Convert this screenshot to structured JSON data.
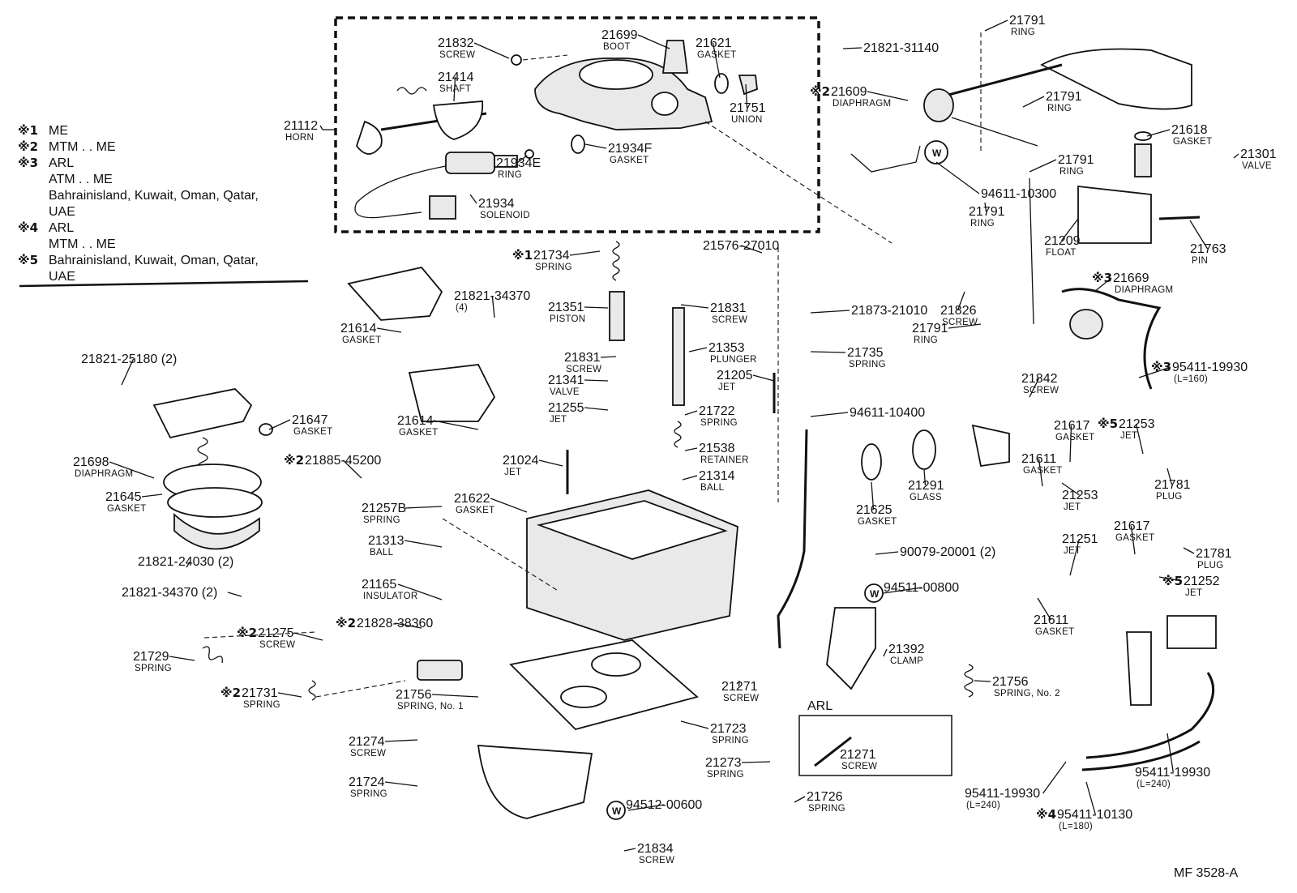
{
  "legend": [
    {
      "mark": "※1",
      "text": "ME"
    },
    {
      "mark": "※2",
      "text": "MTM . . ME"
    },
    {
      "mark": "※3",
      "text": "ARL"
    },
    {
      "mark": "",
      "text": "ATM . . ME"
    },
    {
      "mark": "",
      "text": "Bahrainisland, Kuwait, Oman, Qatar,"
    },
    {
      "mark": "",
      "text": "UAE"
    },
    {
      "mark": "※4",
      "text": "ARL"
    },
    {
      "mark": "",
      "text": "MTM . . ME"
    },
    {
      "mark": "※5",
      "text": "Bahrainisland, Kuwait, Oman, Qatar,"
    },
    {
      "mark": "",
      "text": "UAE"
    }
  ],
  "parts": [
    {
      "num": "21832",
      "name": "SCREW"
    },
    {
      "num": "21414",
      "name": "SHAFT"
    },
    {
      "num": "21699",
      "name": "BOOT"
    },
    {
      "num": "21621",
      "name": "GASKET"
    },
    {
      "num": "21751",
      "name": "UNION"
    },
    {
      "num": "21112",
      "name": "HORN"
    },
    {
      "num": "21934F",
      "name": "GASKET"
    },
    {
      "num": "21934E",
      "name": "RING"
    },
    {
      "num": "21934",
      "name": "SOLENOID"
    },
    {
      "num": "21821-31140",
      "name": ""
    },
    {
      "num": "21609",
      "name": "DIAPHRAGM",
      "mark": "※2"
    },
    {
      "num": "21791",
      "name": "RING"
    },
    {
      "num": "21791",
      "name": "RING"
    },
    {
      "num": "21791",
      "name": "RING"
    },
    {
      "num": "21791",
      "name": "RING"
    },
    {
      "num": "94611-10300",
      "name": ""
    },
    {
      "num": "21618",
      "name": "GASKET"
    },
    {
      "num": "21301",
      "name": "VALVE"
    },
    {
      "num": "21209",
      "name": "FLOAT"
    },
    {
      "num": "21763",
      "name": "PIN"
    },
    {
      "num": "21734",
      "name": "SPRING",
      "mark": "※1"
    },
    {
      "num": "21576-27010",
      "name": ""
    },
    {
      "num": "21821-34370",
      "name": "(4)"
    },
    {
      "num": "21351",
      "name": "PISTON"
    },
    {
      "num": "21831",
      "name": "SCREW"
    },
    {
      "num": "21826",
      "name": "SCREW"
    },
    {
      "num": "21669",
      "name": "DIAPHRAGM",
      "mark": "※3"
    },
    {
      "num": "21614",
      "name": "GASKET"
    },
    {
      "num": "21873-21010",
      "name": ""
    },
    {
      "num": "21831",
      "name": "SCREW"
    },
    {
      "num": "21353",
      "name": "PLUNGER"
    },
    {
      "num": "21791",
      "name": "RING"
    },
    {
      "num": "21735",
      "name": "SPRING"
    },
    {
      "num": "21842",
      "name": "SCREW"
    },
    {
      "num": "95411-19930",
      "name": "(L=160)",
      "mark": "※3"
    },
    {
      "num": "21821-25180 (2)",
      "name": ""
    },
    {
      "num": "21341",
      "name": "VALVE"
    },
    {
      "num": "21205",
      "name": "JET"
    },
    {
      "num": "21647",
      "name": "GASKET"
    },
    {
      "num": "21255",
      "name": "JET"
    },
    {
      "num": "21722",
      "name": "SPRING"
    },
    {
      "num": "94611-10400",
      "name": ""
    },
    {
      "num": "21617",
      "name": "GASKET"
    },
    {
      "num": "21253",
      "name": "JET",
      "mark": "※5"
    },
    {
      "num": "21614",
      "name": "GASKET"
    },
    {
      "num": "21538",
      "name": "RETAINER"
    },
    {
      "num": "21698",
      "name": "DIAPHRAGM"
    },
    {
      "num": "21024",
      "name": "JET"
    },
    {
      "num": "21314",
      "name": "BALL"
    },
    {
      "num": "21611",
      "name": "GASKET"
    },
    {
      "num": "21781",
      "name": "PLUG"
    },
    {
      "num": "21885-45200",
      "name": "",
      "mark": "※2"
    },
    {
      "num": "21625",
      "name": "GASKET"
    },
    {
      "num": "21291",
      "name": "GLASS"
    },
    {
      "num": "21253",
      "name": "JET"
    },
    {
      "num": "21645",
      "name": "GASKET"
    },
    {
      "num": "21257B",
      "name": "SPRING"
    },
    {
      "num": "21622",
      "name": "GASKET"
    },
    {
      "num": "21617",
      "name": "GASKET"
    },
    {
      "num": "21313",
      "name": "BALL"
    },
    {
      "num": "90079-20001 (2)",
      "name": ""
    },
    {
      "num": "21251",
      "name": "JET"
    },
    {
      "num": "21781",
      "name": "PLUG"
    },
    {
      "num": "21821-24030 (2)",
      "name": ""
    },
    {
      "num": "21252",
      "name": "JET",
      "mark": "※5"
    },
    {
      "num": "21165",
      "name": "INSULATOR"
    },
    {
      "num": "94511-00800",
      "name": ""
    },
    {
      "num": "21821-34370 (2)",
      "name": ""
    },
    {
      "num": "21611",
      "name": "GASKET"
    },
    {
      "num": "21275",
      "name": "SCREW",
      "mark": "※2"
    },
    {
      "num": "21828-38360",
      "name": "",
      "mark": "※2"
    },
    {
      "num": "21392",
      "name": "CLAMP"
    },
    {
      "num": "21729",
      "name": "SPRING"
    },
    {
      "num": "21731",
      "name": "SPRING",
      "mark": "※2"
    },
    {
      "num": "21756",
      "name": "SPRING, No. 1"
    },
    {
      "num": "21756",
      "name": "SPRING, No. 2"
    },
    {
      "num": "21271",
      "name": "SCREW"
    },
    {
      "num": "21723",
      "name": "SPRING"
    },
    {
      "num": "21271",
      "name": "SCREW"
    },
    {
      "num": "21274",
      "name": "SCREW"
    },
    {
      "num": "21273",
      "name": "SPRING"
    },
    {
      "num": "21724",
      "name": "SPRING"
    },
    {
      "num": "21726",
      "name": "SPRING"
    },
    {
      "num": "95411-19930",
      "name": "(L=240)"
    },
    {
      "num": "95411-19930",
      "name": "(L=240)"
    },
    {
      "num": "95411-10130",
      "name": "(L=180)",
      "mark": "※4"
    },
    {
      "num": "94512-00600",
      "name": ""
    },
    {
      "num": "21834",
      "name": "SCREW"
    }
  ],
  "arl_box_label": "ARL",
  "washer_symbol": "W",
  "figure_code": "MF  3528-A"
}
